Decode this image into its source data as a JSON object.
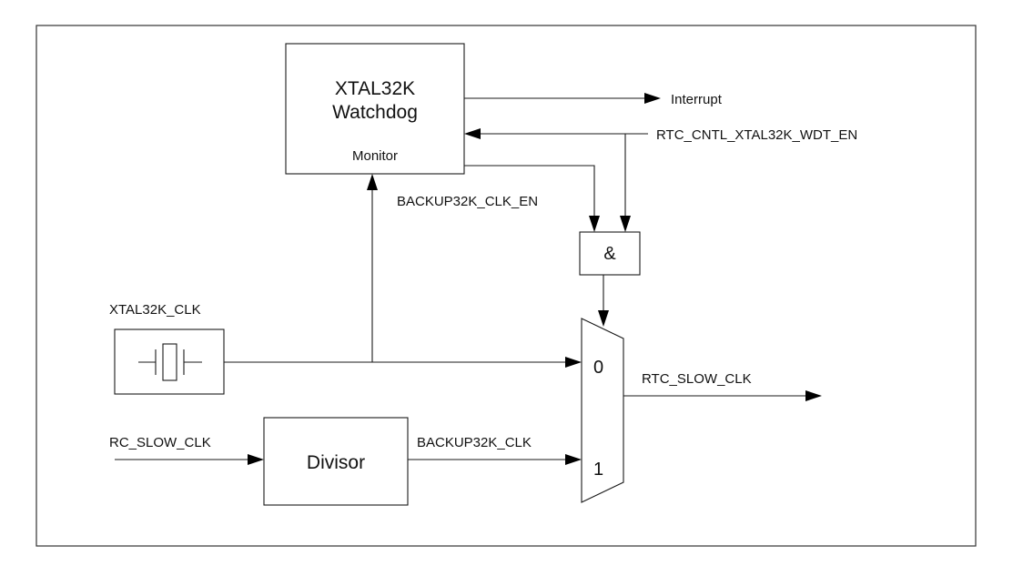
{
  "blocks": {
    "watchdog_title_line1": "XTAL32K",
    "watchdog_title_line2": "Watchdog",
    "watchdog_monitor": "Monitor",
    "and_gate": "&",
    "divisor": "Divisor",
    "mux_input_0": "0",
    "mux_input_1": "1"
  },
  "signals": {
    "interrupt": "Interrupt",
    "wdt_en": "RTC_CNTL_XTAL32K_WDT_EN",
    "backup_clk_en": "BACKUP32K_CLK_EN",
    "xtal_clk": "XTAL32K_CLK",
    "rc_slow_clk": "RC_SLOW_CLK",
    "backup_clk": "BACKUP32K_CLK",
    "rtc_slow_clk": "RTC_SLOW_CLK"
  },
  "colors": {
    "rc_slow_clk_label": "#2b3a67",
    "line": "#1a1a1a"
  }
}
